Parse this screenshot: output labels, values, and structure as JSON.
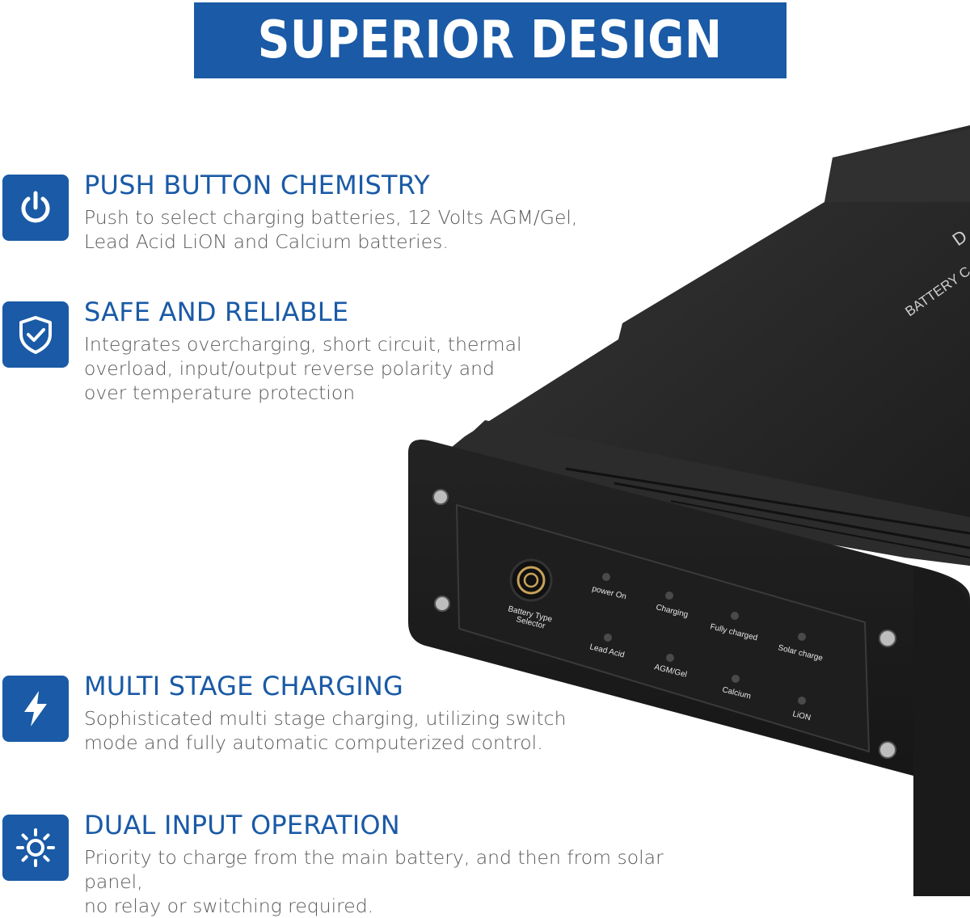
{
  "banner": {
    "title": "SUPERIOR DESIGN"
  },
  "features": [
    {
      "icon": "power-icon",
      "title": "PUSH BUTTON CHEMISTRY",
      "lines": [
        "Push to select charging batteries, 12 Volts AGM/Gel,",
        "Lead Acid LiON and Calcium batteries."
      ]
    },
    {
      "icon": "shield-check-icon",
      "title": "SAFE AND RELIABLE",
      "lines": [
        "Integrates overcharging, short circuit, thermal",
        "overload, input/output reverse polarity and",
        "over temperature protection"
      ]
    },
    {
      "icon": "lightning-icon",
      "title": "MULTI STAGE CHARGING",
      "lines": [
        "Sophisticated multi stage charging, utilizing switch",
        "mode and fully automatic computerized control."
      ]
    },
    {
      "icon": "sun-icon",
      "title": "DUAL INPUT OPERATION",
      "lines": [
        "Priority to charge from the main battery, and then from solar panel,",
        "no relay or switching required."
      ]
    }
  ],
  "device": {
    "top_label": "BATTERY C",
    "top_letter": "D",
    "button_label": [
      "Battery  Type",
      "Selector"
    ],
    "indicators": [
      "power On",
      "Charging",
      "Fully  charged",
      "Solar  charge",
      "Lead Acid",
      "AGM/Gel",
      "Calcium",
      "LiON"
    ]
  },
  "colors": {
    "brand": "#1a5aa6",
    "title_text": "#1a5aa6",
    "body_text": "#5a5a5a",
    "device": "#1c1c1c"
  }
}
